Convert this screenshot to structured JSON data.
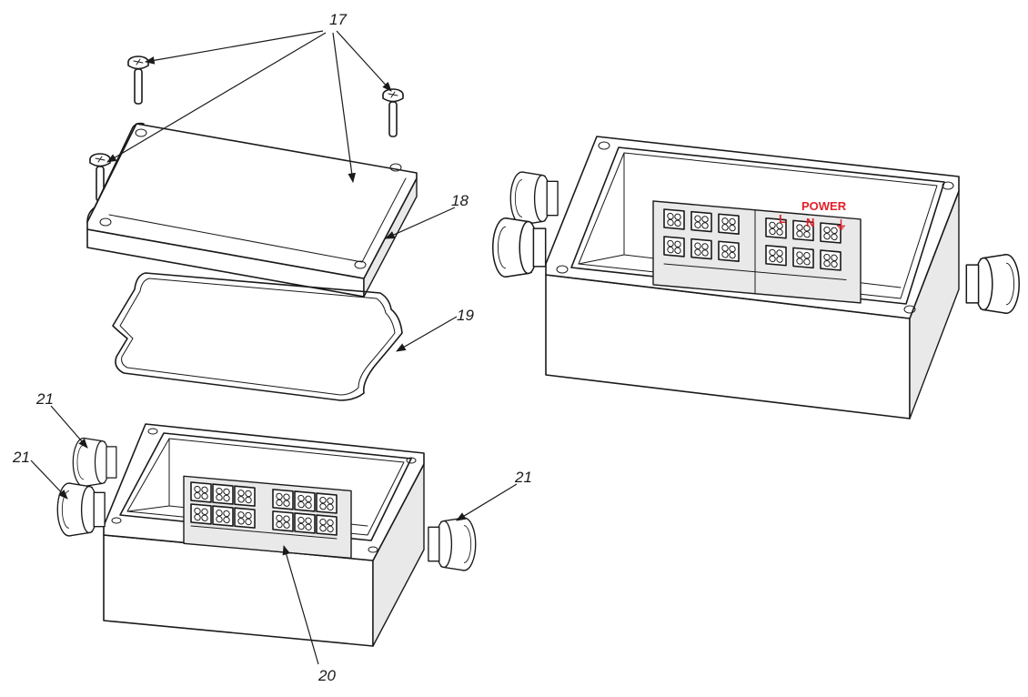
{
  "callouts": {
    "screws": "17",
    "lid": "18",
    "gasket": "19",
    "terminal_block": "20",
    "gland_top_left": "21",
    "gland_mid_left": "21",
    "gland_right": "21"
  },
  "terminal_labels": {
    "power": "POWER",
    "line": "L",
    "neutral": "N",
    "earth_symbol": "⏚"
  },
  "colors": {
    "line_art": "#1a1a1a",
    "power_label": "#e3202a"
  }
}
